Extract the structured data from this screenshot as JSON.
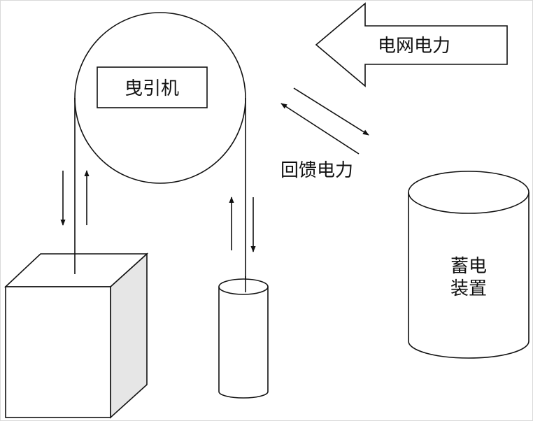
{
  "labels": {
    "traction_machine": "曳引机",
    "grid_power": "电网电力",
    "feedback_power": "回馈电力",
    "storage_line1": "蓄电",
    "storage_line2": "装置"
  },
  "colors": {
    "line": "#111111",
    "background": "#ffffff",
    "box_side_shade": "#e6e6e6",
    "frame": "#d9d9d9"
  }
}
